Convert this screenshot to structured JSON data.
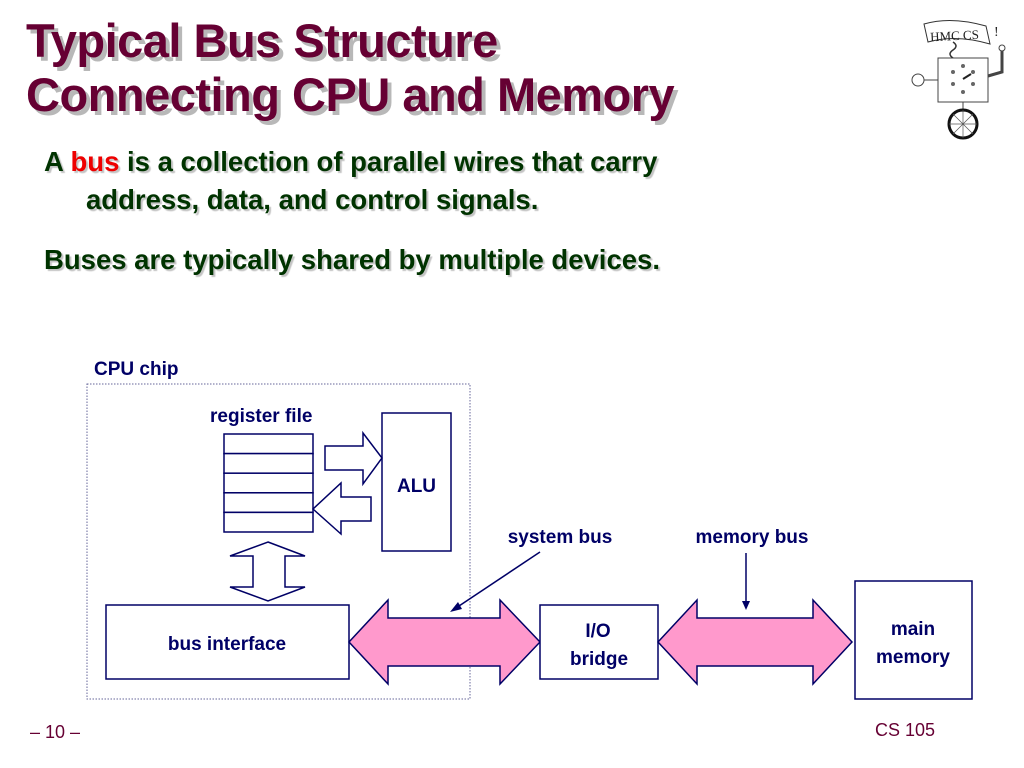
{
  "slide": {
    "title_line1": "Typical Bus Structure",
    "title_line2": "Connecting CPU and Memory",
    "bullets": [
      {
        "prefix": "A ",
        "highlight": "bus",
        "rest_line1": " is a collection of parallel wires that carry",
        "rest_line2": "address, data, and control signals."
      },
      {
        "text": "Buses are typically shared by multiple devices."
      }
    ],
    "colors": {
      "title": "#660033",
      "body_text": "#003300",
      "highlight": "#ee0000",
      "diagram_ink": "#000066",
      "bus_fill": "#ff99cc"
    }
  },
  "logo": {
    "banner_text": "HMC CS",
    "exclamation": "!"
  },
  "diagram": {
    "cpu_chip_label": "CPU chip",
    "register_file_label": "register file",
    "register_count": 5,
    "alu_label": "ALU",
    "bus_interface_label": "bus interface",
    "io_bridge_line1": "I/O",
    "io_bridge_line2": "bridge",
    "main_memory_line1": "main",
    "main_memory_line2": "memory",
    "system_bus_label": "system bus",
    "memory_bus_label": "memory bus"
  },
  "footer": {
    "page_number": "– 10 –",
    "course": "CS 105"
  }
}
